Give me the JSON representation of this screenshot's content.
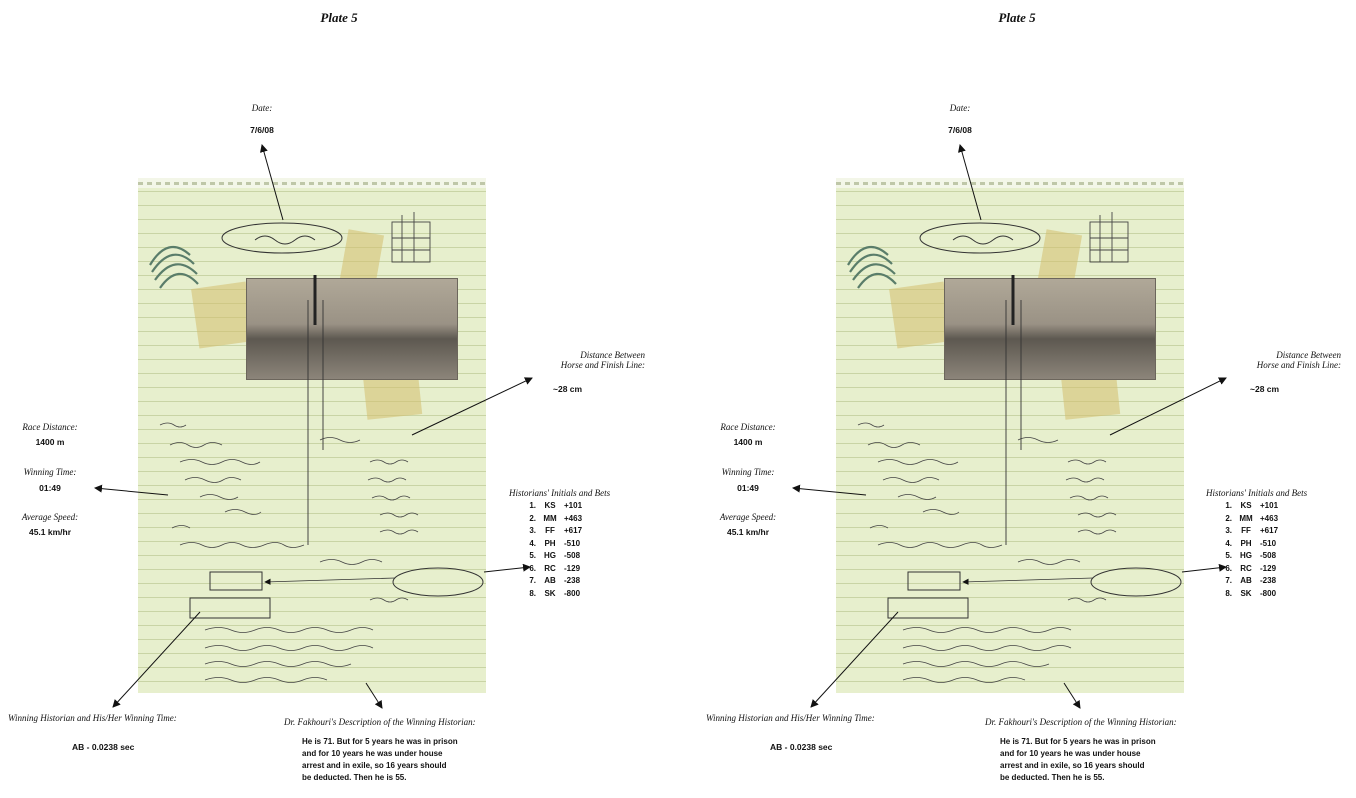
{
  "plates": [
    {
      "title": "Plate 5",
      "date_label": "Date:",
      "date_value": "7/6/08",
      "distance_label_1": "Distance Between",
      "distance_label_2": "Horse and Finish Line:",
      "distance_value": "~28 cm",
      "race_distance_label": "Race Distance:",
      "race_distance_value": "1400 m",
      "winning_time_label": "Winning Time:",
      "winning_time_value": "01:49",
      "average_speed_label": "Average Speed:",
      "average_speed_value": "45.1 km/hr",
      "historians_label": "Historians' Initials and Bets",
      "historians": [
        {
          "num": "1.",
          "initials": "KS",
          "bet": "+101"
        },
        {
          "num": "2.",
          "initials": "MM",
          "bet": "+463"
        },
        {
          "num": "3.",
          "initials": "FF",
          "bet": "+617"
        },
        {
          "num": "4.",
          "initials": "PH",
          "bet": "-510"
        },
        {
          "num": "5.",
          "initials": "HG",
          "bet": "-508"
        },
        {
          "num": "6.",
          "initials": "RC",
          "bet": "-129"
        },
        {
          "num": "7.",
          "initials": "AB",
          "bet": "-238"
        },
        {
          "num": "8.",
          "initials": "SK",
          "bet": "-800"
        }
      ],
      "winning_historian_label": "Winning Historian and His/Her Winning Time:",
      "winning_historian_value": "AB - 0.0238 sec",
      "description_label": "Dr. Fakhouri's Description of the Winning Historian:",
      "description_lines": [
        "He is 71. But for 5 years he was in prison",
        "and for 10 years he was under house",
        "arrest and in exile, so 16 years should",
        "be deducted. Then he is 55."
      ]
    },
    {
      "title": "Plate 5",
      "date_label": "Date:",
      "date_value": "7/6/08",
      "distance_label_1": "Distance Between",
      "distance_label_2": "Horse and Finish Line:",
      "distance_value": "~28 cm",
      "race_distance_label": "Race Distance:",
      "race_distance_value": "1400 m",
      "winning_time_label": "Winning Time:",
      "winning_time_value": "01:49",
      "average_speed_label": "Average Speed:",
      "average_speed_value": "45.1 km/hr",
      "historians_label": "Historians' Initials and Bets",
      "historians": [
        {
          "num": "1.",
          "initials": "KS",
          "bet": "+101"
        },
        {
          "num": "2.",
          "initials": "MM",
          "bet": "+463"
        },
        {
          "num": "3.",
          "initials": "FF",
          "bet": "+617"
        },
        {
          "num": "4.",
          "initials": "PH",
          "bet": "-510"
        },
        {
          "num": "5.",
          "initials": "HG",
          "bet": "-508"
        },
        {
          "num": "6.",
          "initials": "RC",
          "bet": "-129"
        },
        {
          "num": "7.",
          "initials": "AB",
          "bet": "-238"
        },
        {
          "num": "8.",
          "initials": "SK",
          "bet": "-800"
        }
      ],
      "winning_historian_label": "Winning Historian and His/Her Winning Time:",
      "winning_historian_value": "AB - 0.0238 sec",
      "description_label": "Dr. Fakhouri's Description of the Winning Historian:",
      "description_lines": [
        "He is 71. But for 5 years he was in prison",
        "and for 10 years he was under house",
        "arrest and in exile, so 16 years should",
        "be deducted. Then he is 55."
      ]
    }
  ],
  "colors": {
    "notepad": "#e7efcd",
    "notepad_lines": "#c9d4a5",
    "ink": "#111111",
    "tape": "#d4be6e"
  },
  "icons": [
    "handwriting-scribble",
    "sketch-drawing",
    "arrow"
  ]
}
